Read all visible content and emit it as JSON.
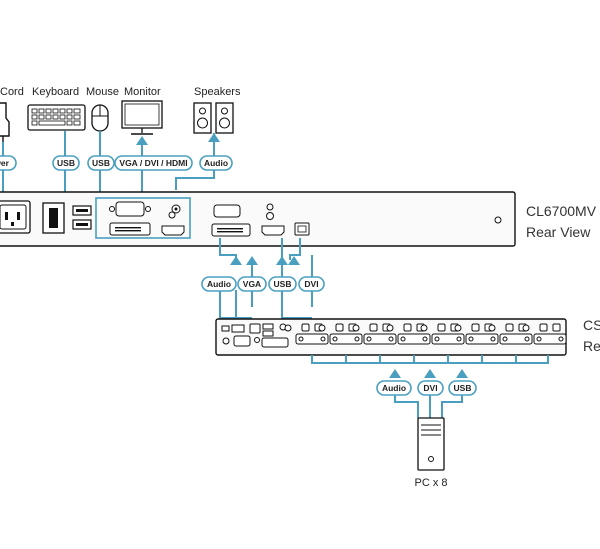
{
  "peripherals": {
    "power_cord": "Cord",
    "keyboard": "Keyboard",
    "mouse": "Mouse",
    "monitor": "Monitor",
    "speakers": "Speakers"
  },
  "top_cables": {
    "power": "ower",
    "keyboard_usb": "USB",
    "mouse_usb": "USB",
    "video": "VGA / DVI / HDMI",
    "audio": "Audio"
  },
  "cl_unit": {
    "model": "CL6700MV",
    "view": "Rear View"
  },
  "link_cables": [
    "Audio",
    "VGA",
    "USB",
    "DVI"
  ],
  "cs_unit": {
    "model": "CS",
    "view": "Re"
  },
  "pc_cables": [
    "Audio",
    "DVI",
    "USB"
  ],
  "pc_label": "PC x 8",
  "colors": {
    "cable": "#4a9fc0",
    "device_outline": "#111111"
  }
}
